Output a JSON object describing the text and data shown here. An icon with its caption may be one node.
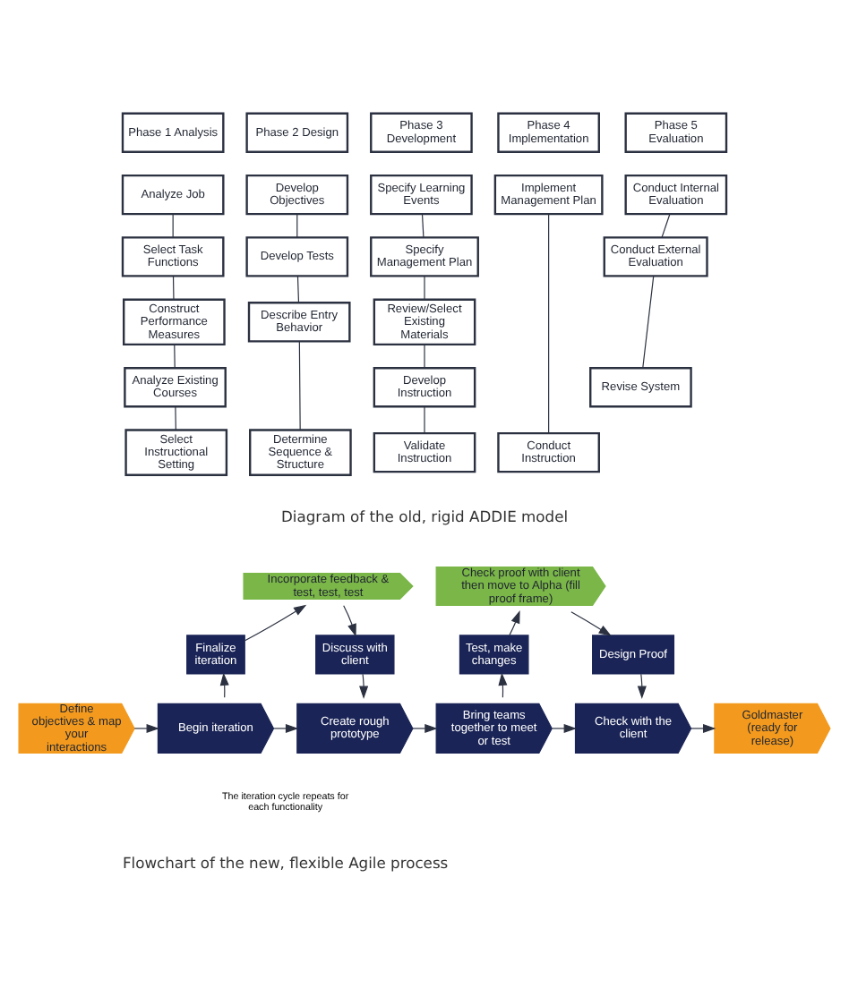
{
  "diagram": {
    "nodes": [
      {
        "text": [
          "Phase 1 Analysis"
        ]
      },
      {
        "text": [
          "Analyze Job"
        ]
      },
      {
        "text": [
          "Select Task Functions"
        ]
      },
      {
        "text": [
          "Construct Performance Measures"
        ]
      },
      {
        "text": [
          "Analyze Existing Courses"
        ]
      },
      {
        "text": [
          "Select Instructional Setting"
        ]
      },
      {
        "text": [
          "Phase 2 Design"
        ]
      },
      {
        "text": [
          "Develop Objectives"
        ]
      },
      {
        "text": [
          "Develop Tests"
        ]
      },
      {
        "text": [
          "Describe Entry Behavior"
        ]
      },
      {
        "text": [
          "Determine Sequence & Structure"
        ]
      },
      {
        "text": [
          "Phase 3 Development"
        ]
      },
      {
        "text": [
          "Specify Learning Events"
        ]
      },
      {
        "text": [
          "Specify Management Plan"
        ]
      },
      {
        "text": [
          "Review/Select Existing Materials"
        ]
      },
      {
        "text": [
          "Develop Instruction"
        ]
      },
      {
        "text": [
          "Validate Instruction"
        ]
      },
      {
        "text": [
          "Phase 4 Implementation"
        ]
      },
      {
        "text": [
          "Implement Management Plan"
        ]
      },
      {
        "text": [
          "Conduct Instruction"
        ]
      },
      {
        "text": [
          "Phase 5 Evaluation"
        ]
      },
      {
        "text": [
          "Conduct Internal Evaluation"
        ]
      },
      {
        "text": [
          "Conduct External Evaluation"
        ]
      },
      {
        "text": [
          "Revise System"
        ]
      },
      {
        "text": [
          "Incorporate feedback & test, test, test"
        ]
      },
      {
        "text": [
          "Check proof with client then move to Alpha (fill proof frame)"
        ]
      },
      {
        "text": [
          "Finalize iteration"
        ]
      },
      {
        "text": [
          "Discuss with client"
        ]
      },
      {
        "text": [
          "Test, make changes"
        ]
      },
      {
        "text": [
          "Design Proof"
        ]
      },
      {
        "text": [
          "Define objectives & map your interactions"
        ]
      },
      {
        "text": [
          "Begin iteration"
        ]
      },
      {
        "text": [
          "Create rough prototype"
        ]
      },
      {
        "text": [
          "Bring teams together to meet or test"
        ]
      },
      {
        "text": [
          "Check with the client"
        ]
      },
      {
        "text": [
          "Goldmaster (ready for release)"
        ]
      }
    ],
    "edges": [
      {
        "from": 1,
        "to": 2,
        "arrow": "none"
      },
      {
        "from": 2,
        "to": 3,
        "arrow": "none"
      },
      {
        "from": 3,
        "to": 4,
        "arrow": "none"
      },
      {
        "from": 4,
        "to": 5,
        "arrow": "none"
      },
      {
        "from": 7,
        "to": 8,
        "arrow": "none"
      },
      {
        "from": 8,
        "to": 9,
        "arrow": "none"
      },
      {
        "from": 9,
        "to": 10,
        "arrow": "none"
      },
      {
        "from": 12,
        "to": 13,
        "arrow": "none"
      },
      {
        "from": 13,
        "to": 14,
        "arrow": "none"
      },
      {
        "from": 14,
        "to": 15,
        "arrow": "none"
      },
      {
        "from": 15,
        "to": 16,
        "arrow": "none"
      },
      {
        "from": 18,
        "to": 19,
        "arrow": "none"
      },
      {
        "from": 21,
        "to": 22,
        "arrow": "none"
      },
      {
        "from": 22,
        "to": 23,
        "arrow": "none"
      },
      {
        "from": 30,
        "to": 31,
        "arrow": "to"
      },
      {
        "from": 31,
        "to": 32,
        "arrow": "to"
      },
      {
        "from": 32,
        "to": 33,
        "arrow": "to"
      },
      {
        "from": 33,
        "to": 34,
        "arrow": "to"
      },
      {
        "from": 34,
        "to": 35,
        "arrow": "to"
      },
      {
        "from": 31,
        "to": 26,
        "arrow": "to"
      },
      {
        "from": 26,
        "to": 24,
        "arrow": "to"
      },
      {
        "from": 24,
        "to": 27,
        "arrow": "to"
      },
      {
        "from": 27,
        "to": 32,
        "arrow": "to"
      },
      {
        "from": 33,
        "to": 28,
        "arrow": "to"
      },
      {
        "from": 28,
        "to": 25,
        "arrow": "to"
      },
      {
        "from": 25,
        "to": 29,
        "arrow": "to"
      },
      {
        "from": 29,
        "to": 34,
        "arrow": "to"
      }
    ],
    "labels": [
      "Diagram of the old, rigid ADDIE model",
      "The iteration cycle repeats for each functionality",
      "Flowchart of the new, flexible Agile process"
    ]
  }
}
